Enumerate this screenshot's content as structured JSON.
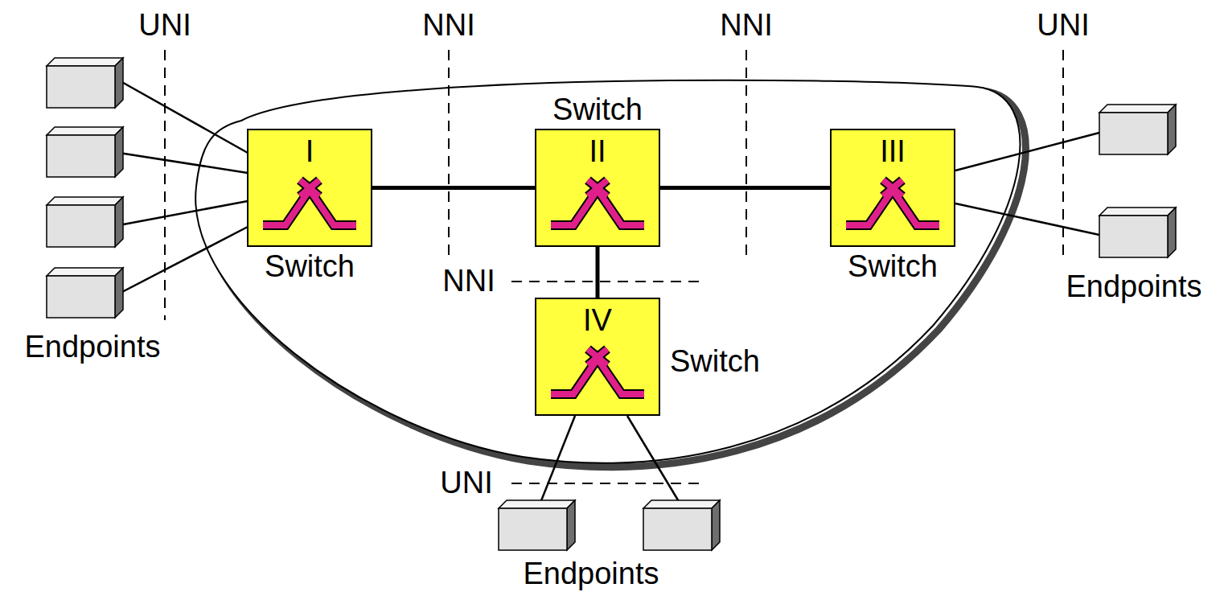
{
  "diagram": {
    "nodes": [
      {
        "text": [
          "I",
          "Switch"
        ]
      },
      {
        "text": [
          "Switch",
          "II"
        ]
      },
      {
        "text": [
          "III",
          "Switch"
        ]
      },
      {
        "text": [
          "IV",
          "Switch"
        ]
      }
    ],
    "edges": [
      {
        "from": 0,
        "to": 1,
        "arrow": "none"
      },
      {
        "from": 1,
        "to": 2,
        "arrow": "none"
      },
      {
        "from": 1,
        "to": 3,
        "arrow": "none"
      }
    ],
    "labels": [
      "UNI",
      "NNI",
      "NNI",
      "UNI",
      "NNI",
      "UNI",
      "Endpoints",
      "Endpoints",
      "Endpoints"
    ]
  }
}
